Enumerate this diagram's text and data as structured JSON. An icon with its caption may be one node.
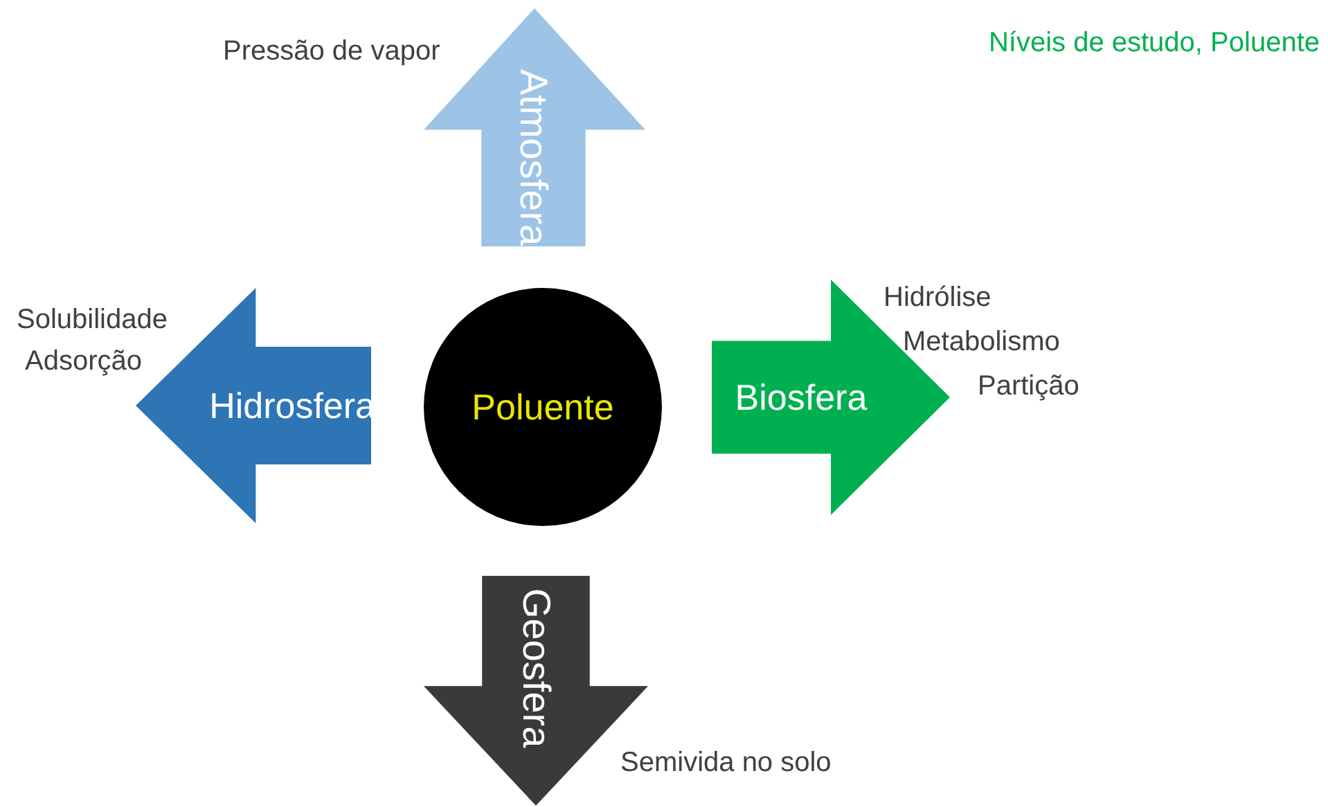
{
  "diagram": {
    "title": "Níveis de estudo, Poluente",
    "nodes": [
      {
        "text": [
          "Poluente"
        ]
      },
      {
        "text": [
          "Atmosfera"
        ],
        "beside": [
          "Pressão de vapor"
        ]
      },
      {
        "text": [
          "Hidrosfera"
        ],
        "beside": [
          "Solubilidade",
          "Adsorção"
        ]
      },
      {
        "text": [
          "Biosfera"
        ],
        "beside": [
          "Hidrólise",
          "Metabolismo",
          "Partição"
        ]
      },
      {
        "text": [
          "Geosfera"
        ],
        "beside": [
          "Semivida no solo"
        ]
      }
    ]
  }
}
